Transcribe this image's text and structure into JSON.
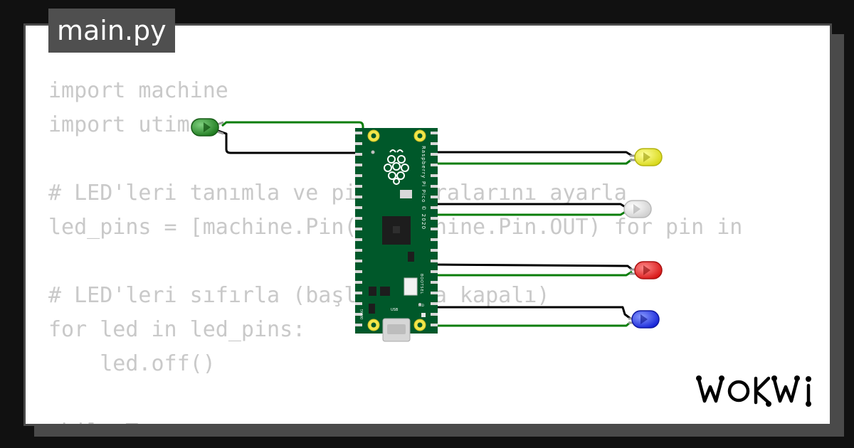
{
  "editor": {
    "file_tab": "main.py",
    "code_lines": [
      "import machine",
      "import utime",
      "",
      "# LED'leri tanımla ve pin numaralarını ayarla",
      "led_pins = [machine.Pin(i, machine.Pin.OUT) for pin in",
      "",
      "# LED'leri sıfırla (başlangıçta kapalı)",
      "for led in led_pins:",
      "    led.off()",
      "",
      "while True:"
    ]
  },
  "board": {
    "name": "Raspberry Pi Pico",
    "vertical_label": "Raspberry Pi Pico © 2020",
    "bootsel_label": "BOOTSEL",
    "usb_label": "USB",
    "led_label": "LED",
    "debug_label": "DEBUG"
  },
  "leds": [
    {
      "name": "led-green",
      "color": "#1f8a1f"
    },
    {
      "name": "led-yellow",
      "color": "#e6e61a"
    },
    {
      "name": "led-white",
      "color": "#eeeeee"
    },
    {
      "name": "led-red",
      "color": "#e81c1c"
    },
    {
      "name": "led-blue",
      "color": "#1c2ee8"
    }
  ],
  "wire_colors": {
    "ground": "#000000",
    "signal": "#0a7d0a"
  },
  "brand": {
    "logo": "WOKWi",
    "logo_color": "#000000"
  }
}
